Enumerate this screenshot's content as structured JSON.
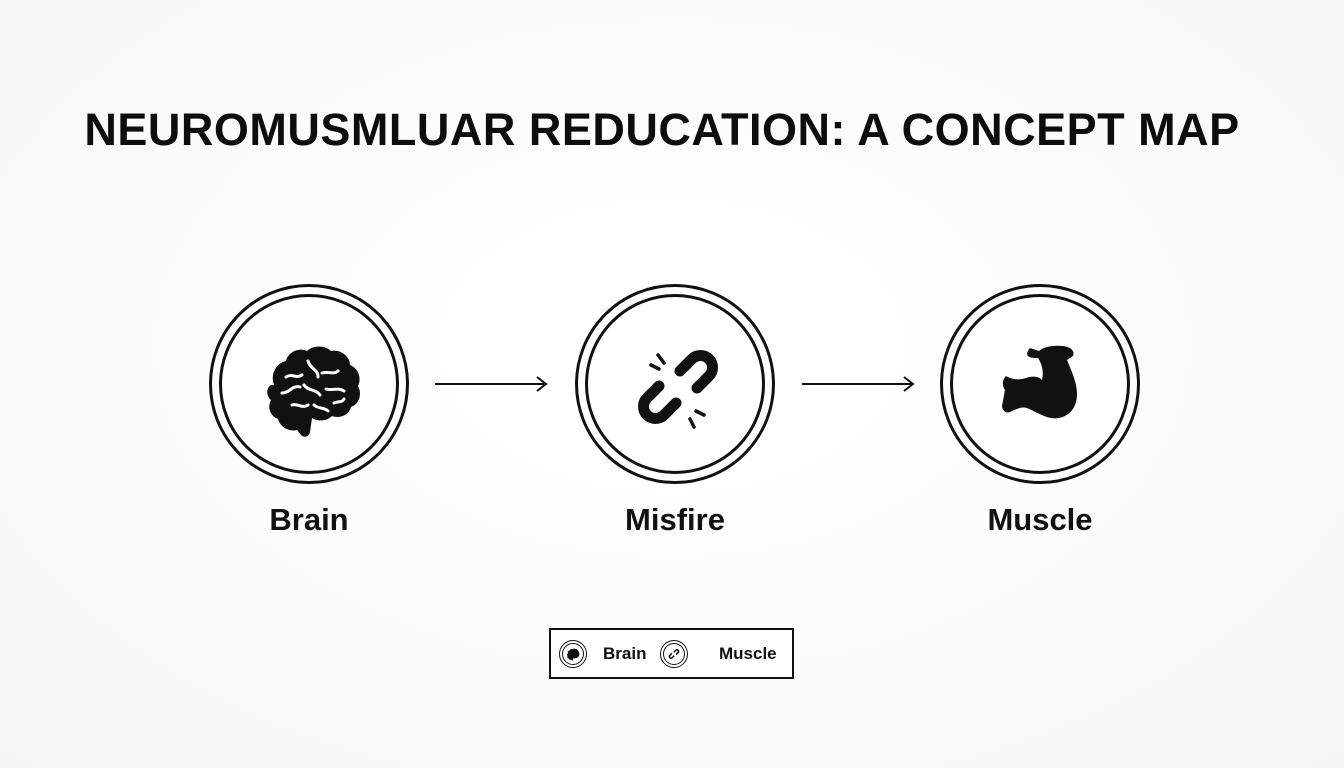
{
  "title": "NEUROMUSMLUAR REDUCATION: A CONCEPT MAP",
  "nodes": [
    {
      "label": "Brain",
      "icon": "brain-icon"
    },
    {
      "label": "Misfire",
      "icon": "broken-link-icon"
    },
    {
      "label": "Muscle",
      "icon": "flexed-arm-icon"
    }
  ],
  "legend": {
    "items": [
      {
        "label": "Brain",
        "icon": "brain-icon"
      },
      {
        "label": "Muscle",
        "icon": "broken-link-icon"
      }
    ]
  },
  "colors": {
    "ink": "#111111",
    "background": "#fafafa"
  }
}
